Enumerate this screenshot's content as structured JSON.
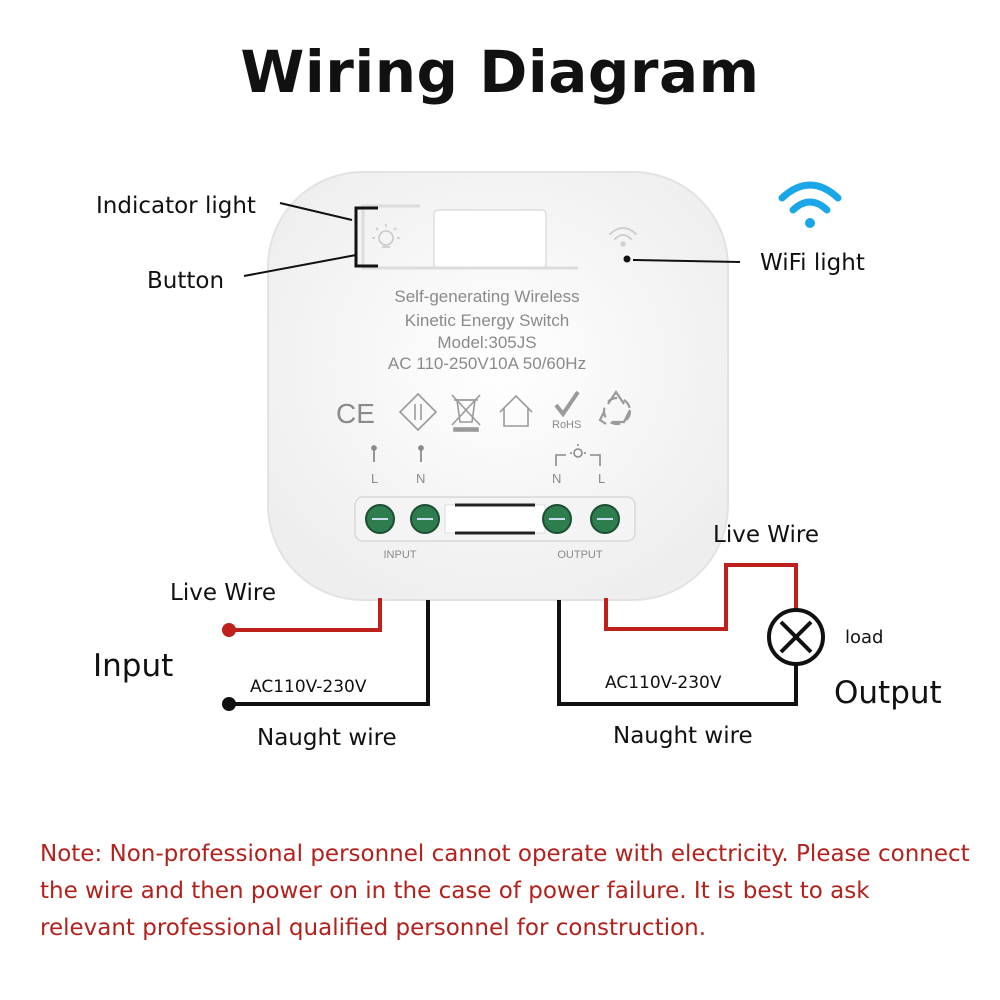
{
  "title": "Wiring Diagram",
  "labels": {
    "indicator_light": "Indicator light",
    "button": "Button",
    "wifi_light": "WiFi light",
    "input_live": "Live Wire",
    "input": "Input",
    "input_voltage": "AC110V-230V",
    "input_neutral": "Naught wire",
    "output_live": "Live Wire",
    "load": "load",
    "output": "Output",
    "output_voltage": "AC110V-230V",
    "output_neutral": "Naught wire"
  },
  "device": {
    "line1": "Self-generating Wireless",
    "line2": "Kinetic Energy Switch",
    "line3": "Model:305JS",
    "line4": "AC 110-250V10A 50/60Hz",
    "cert_ce": "CE",
    "cert_rohs": "RoHS",
    "term_input_l": "L",
    "term_input_n": "N",
    "term_output_n": "N",
    "term_output_l": "L",
    "input_label": "INPUT",
    "output_label": "OUTPUT"
  },
  "note": "Note: Non-professional personnel cannot operate with electricity. Please connect the wire and then power on in the case of power failure. It is best to ask relevant professional qualified personnel for construction.",
  "colors": {
    "live": "#c0201c",
    "neutral": "#111111",
    "wifi": "#1aa7e8",
    "note": "#b3211c",
    "terminal": "#2e7d4f"
  }
}
